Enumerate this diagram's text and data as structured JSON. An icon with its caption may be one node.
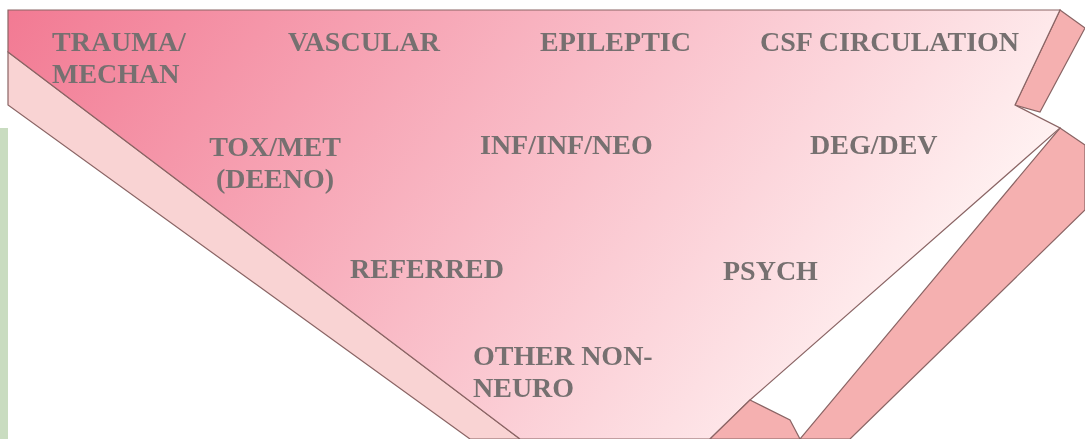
{
  "diagram": {
    "nodes": [
      {
        "text": [
          "TRAUMA/ MECHAN",
          "VASCULAR",
          "EPILEPTIC",
          "CSF CIRCULATION",
          "TOX/MET (DEENO)",
          "INF/INF/NEO",
          "DEG/DEV",
          "REFERRED",
          "PSYCH",
          "OTHER NON-NEURO"
        ]
      }
    ]
  }
}
